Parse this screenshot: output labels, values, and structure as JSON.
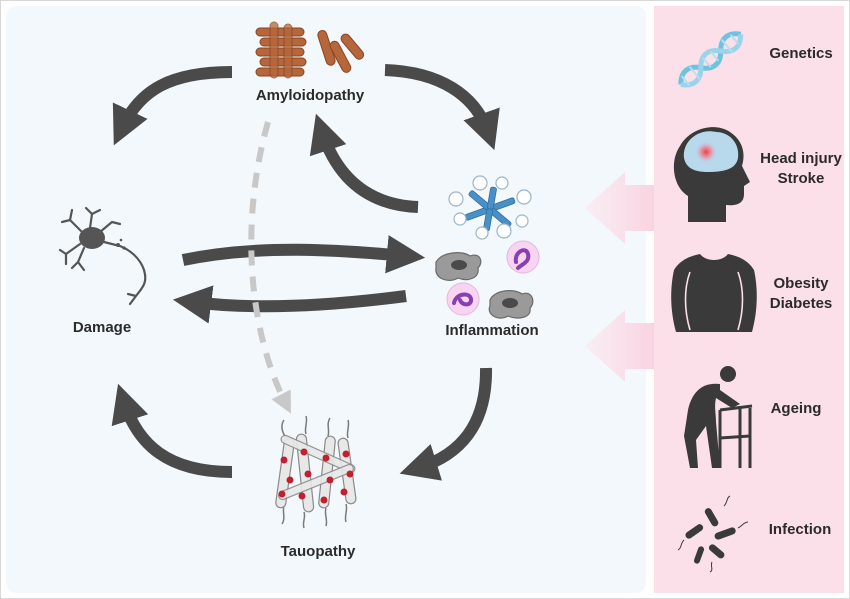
{
  "colors": {
    "main_panel": "#f2f8fb",
    "risk_panel": "#fbe0ea",
    "arrow_dark": "#4a4a4a",
    "arrow_dashed": "#c8c8c8",
    "amyloid_brown": "#b5663a",
    "tau_red": "#c2202f",
    "dna_blue": "#6fc3e0",
    "silhouette": "#3a3a3a",
    "inflammation_purple": "#8a3fb0"
  },
  "nodes": {
    "amyloidopathy": "Amyloidopathy",
    "damage": "Damage",
    "inflammation": "Inflammation",
    "tauopathy": "Tauopathy"
  },
  "risk_factors": {
    "genetics": "Genetics",
    "head_injury": "Head injury",
    "stroke": "Stroke",
    "obesity": "Obesity",
    "diabetes": "Diabetes",
    "ageing": "Ageing",
    "infection": "Infection"
  },
  "icons": {
    "amyloid": "amyloid-fibrils-icon",
    "neuron": "neuron-icon",
    "immune_cells": "immune-cells-icon",
    "tau": "tau-tangles-icon",
    "dna": "dna-icon",
    "head": "head-brain-icon",
    "body": "torso-icon",
    "elderly": "elderly-walker-icon",
    "bacteria": "bacteria-icon"
  }
}
